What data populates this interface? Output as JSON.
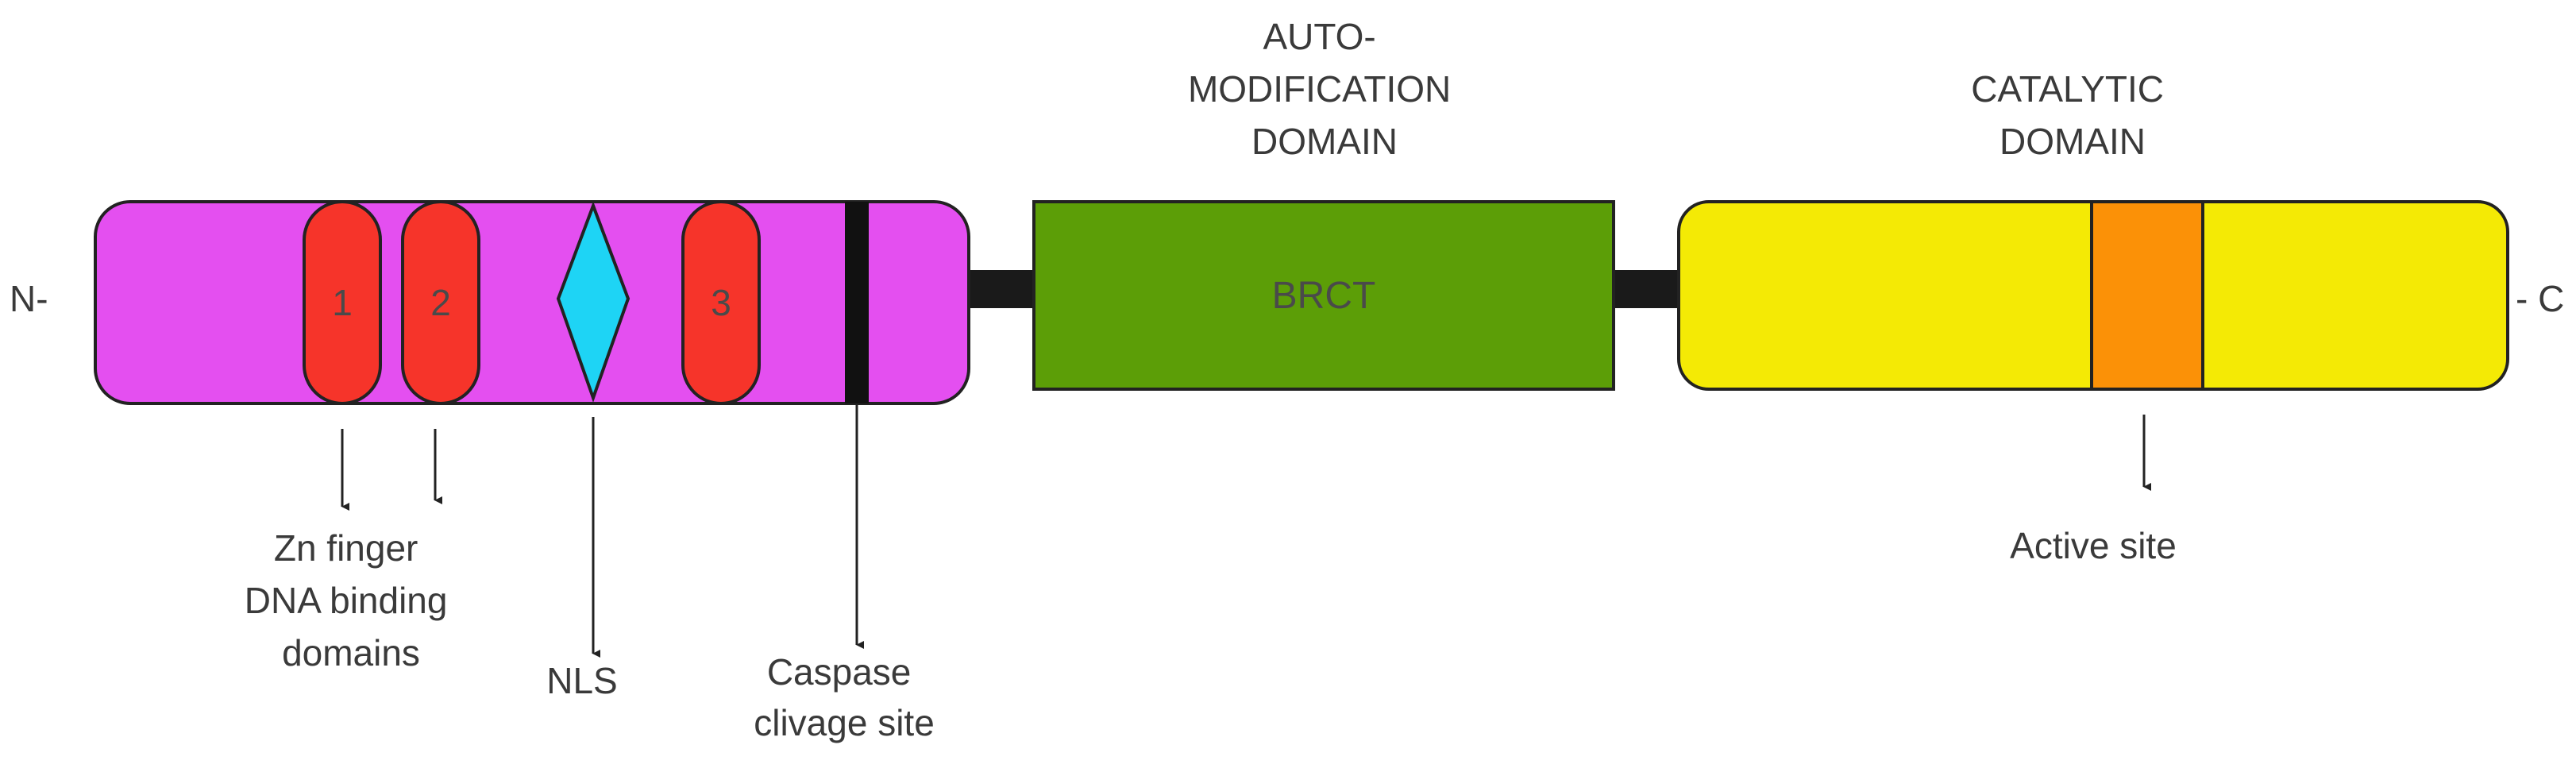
{
  "terminals": {
    "n": "N-",
    "c": "- C"
  },
  "domain_headers": {
    "auto_modification": [
      "AUTO-",
      "MODIFICATION",
      "DOMAIN"
    ],
    "catalytic": [
      "CATALYTIC",
      "DOMAIN"
    ]
  },
  "zinc_fingers": [
    "1",
    "2",
    "3"
  ],
  "brct_label": "BRCT",
  "annotations": {
    "zn_finger": [
      "Zn finger",
      "DNA binding",
      "domains"
    ],
    "nls": "NLS",
    "caspase": [
      "Caspase",
      "clivage site"
    ],
    "active_site": "Active site"
  },
  "colors": {
    "dna_binding_domain": "#e44ff0",
    "zinc_finger": "#f6342a",
    "nls": "#1ed4f5",
    "caspase_site": "#111111",
    "linker": "#1a1a1a",
    "auto_modification_domain": "#5c9e07",
    "catalytic_domain": "#f4ea05",
    "active_site": "#fb9107"
  }
}
